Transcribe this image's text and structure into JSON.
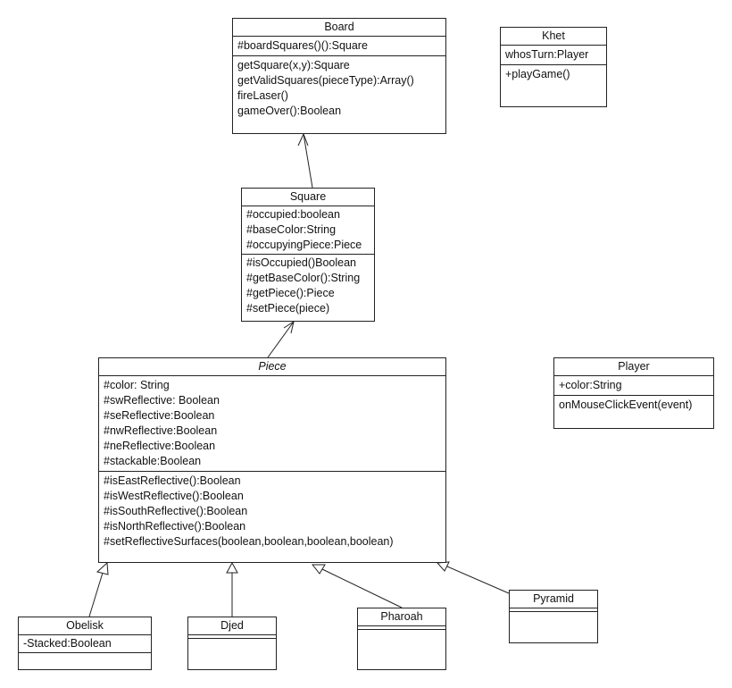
{
  "classes": {
    "board": {
      "name": "Board",
      "attributes": [
        "#boardSquares()():Square"
      ],
      "operations": [
        "getSquare(x,y):Square",
        "getValidSquares(pieceType):Array()",
        "fireLaser()",
        "gameOver():Boolean"
      ]
    },
    "khet": {
      "name": "Khet",
      "attributes": [
        "whosTurn:Player"
      ],
      "operations": [
        "+playGame()"
      ]
    },
    "square": {
      "name": "Square",
      "attributes": [
        "#occupied:boolean",
        "#baseColor:String",
        "#occupyingPiece:Piece"
      ],
      "operations": [
        "#isOccupied()Boolean",
        "#getBaseColor():String",
        "#getPiece():Piece",
        "#setPiece(piece)"
      ]
    },
    "piece": {
      "name": "Piece",
      "abstract": true,
      "attributes": [
        "#color: String",
        "#swReflective: Boolean",
        "#seReflective:Boolean",
        "#nwReflective:Boolean",
        "#neReflective:Boolean",
        "#stackable:Boolean"
      ],
      "operations": [
        "#isEastReflective():Boolean",
        "#isWestReflective():Boolean",
        "#isSouthReflective():Boolean",
        "#isNorthReflective():Boolean",
        "#setReflectiveSurfaces(boolean,boolean,boolean,boolean)"
      ]
    },
    "player": {
      "name": "Player",
      "attributes": [
        "+color:String"
      ],
      "operations": [
        "onMouseClickEvent(event)"
      ]
    },
    "obelisk": {
      "name": "Obelisk",
      "attributes": [
        "-Stacked:Boolean"
      ],
      "operations": []
    },
    "djed": {
      "name": "Djed",
      "attributes": [],
      "operations": []
    },
    "pharoah": {
      "name": "Pharoah",
      "attributes": [],
      "operations": []
    },
    "pyramid": {
      "name": "Pyramid",
      "attributes": [],
      "operations": []
    }
  },
  "relationships": [
    {
      "from": "square",
      "to": "board",
      "kind": "association"
    },
    {
      "from": "piece",
      "to": "square",
      "kind": "association"
    },
    {
      "from": "obelisk",
      "to": "piece",
      "kind": "generalization"
    },
    {
      "from": "djed",
      "to": "piece",
      "kind": "generalization"
    },
    {
      "from": "pharoah",
      "to": "piece",
      "kind": "generalization"
    },
    {
      "from": "pyramid",
      "to": "piece",
      "kind": "generalization"
    }
  ]
}
